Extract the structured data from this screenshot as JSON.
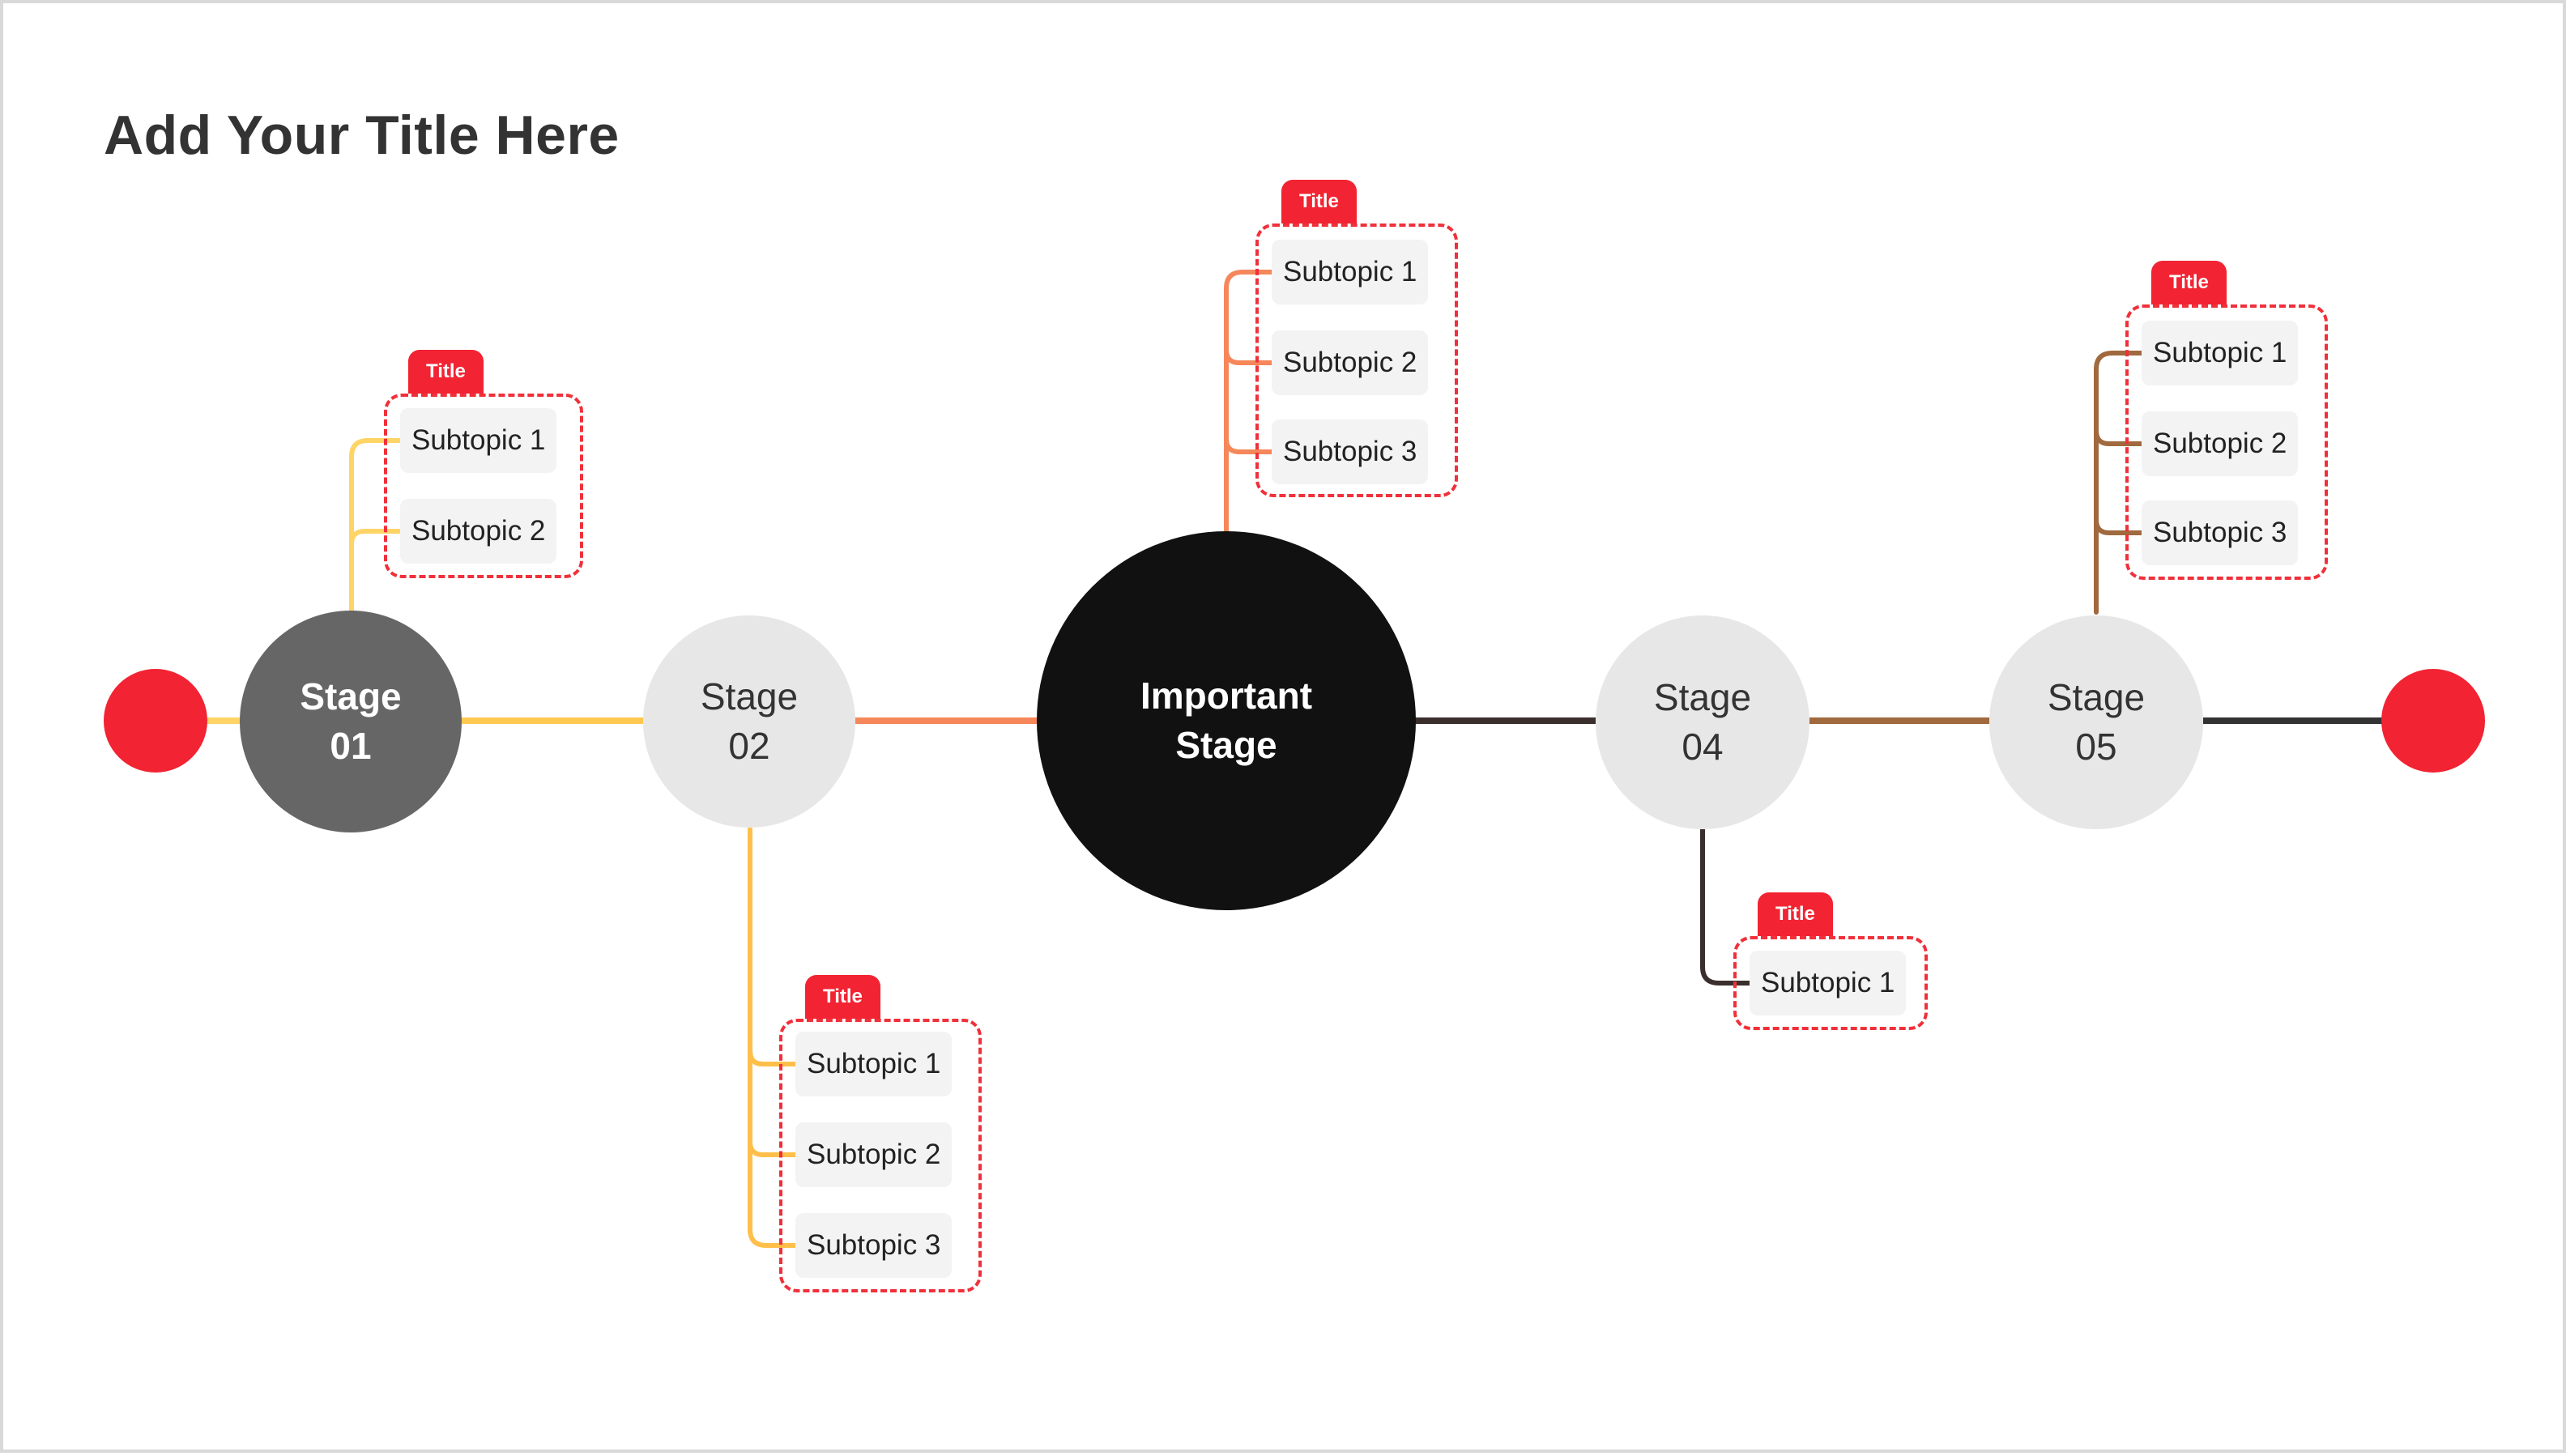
{
  "title": "Add Your Title Here",
  "colors": {
    "accent_red": "#f22332",
    "stage_01_fill": "#666666",
    "stage_light_fill": "#e7e7e7",
    "important_fill": "#111111",
    "yellow": "#ffd466",
    "amber": "#ffbf4a",
    "orange": "#f5875a",
    "dark_brown": "#3b2f2e",
    "brown": "#a0693e",
    "charcoal": "#333333"
  },
  "stages": [
    {
      "id": "stage-01",
      "line1": "Stage",
      "line2": "01"
    },
    {
      "id": "stage-02",
      "line1": "Stage",
      "line2": "02"
    },
    {
      "id": "important",
      "line1": "Important",
      "line2": "Stage"
    },
    {
      "id": "stage-04",
      "line1": "Stage",
      "line2": "04"
    },
    {
      "id": "stage-05",
      "line1": "Stage",
      "line2": "05"
    }
  ],
  "groups": [
    {
      "stage": "stage-01",
      "tag": "Title",
      "items": [
        "Subtopic 1",
        "Subtopic 2"
      ]
    },
    {
      "stage": "stage-02",
      "tag": "Title",
      "items": [
        "Subtopic 1",
        "Subtopic 2",
        "Subtopic 3"
      ]
    },
    {
      "stage": "important",
      "tag": "Title",
      "items": [
        "Subtopic 1",
        "Subtopic 2",
        "Subtopic 3"
      ]
    },
    {
      "stage": "stage-04",
      "tag": "Title",
      "items": [
        "Subtopic 1"
      ]
    },
    {
      "stage": "stage-05",
      "tag": "Title",
      "items": [
        "Subtopic 1",
        "Subtopic 2",
        "Subtopic 3"
      ]
    }
  ]
}
